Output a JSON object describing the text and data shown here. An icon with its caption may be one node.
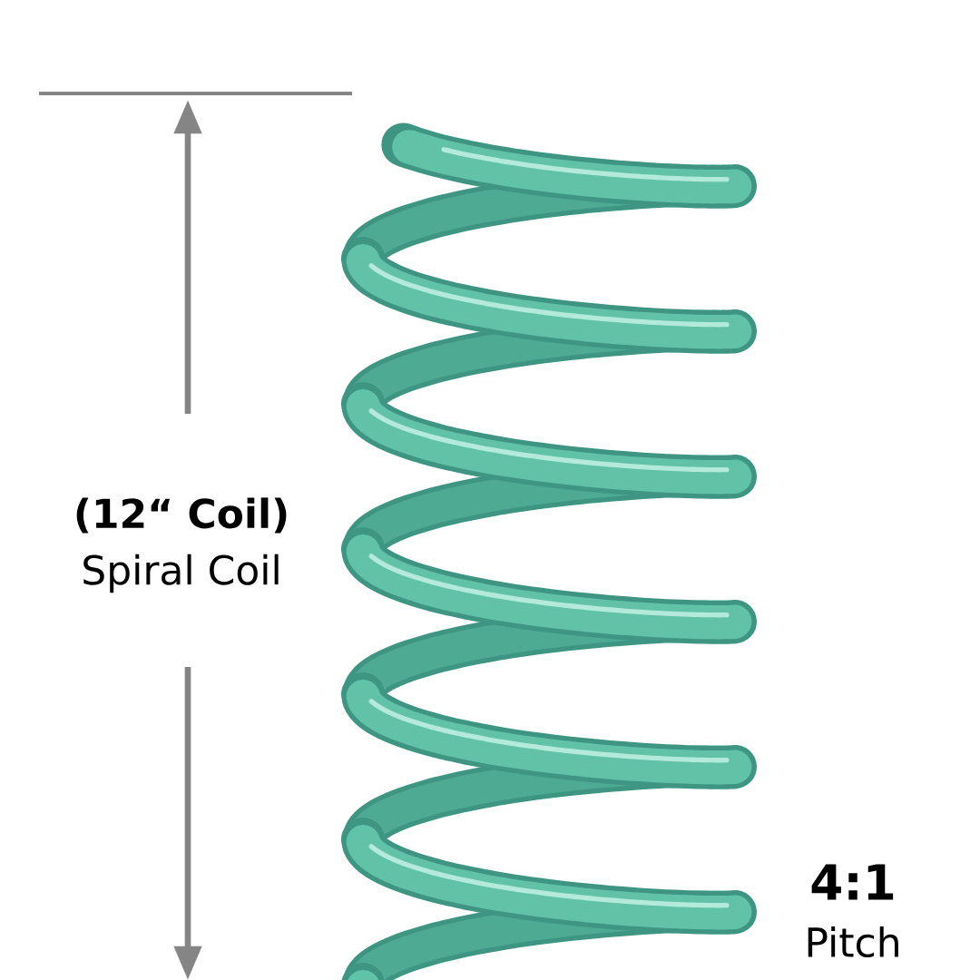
{
  "diagram": {
    "labels": [
      "(12“ Coil)",
      "Spiral Coil",
      "4:1",
      "Pitch"
    ]
  }
}
